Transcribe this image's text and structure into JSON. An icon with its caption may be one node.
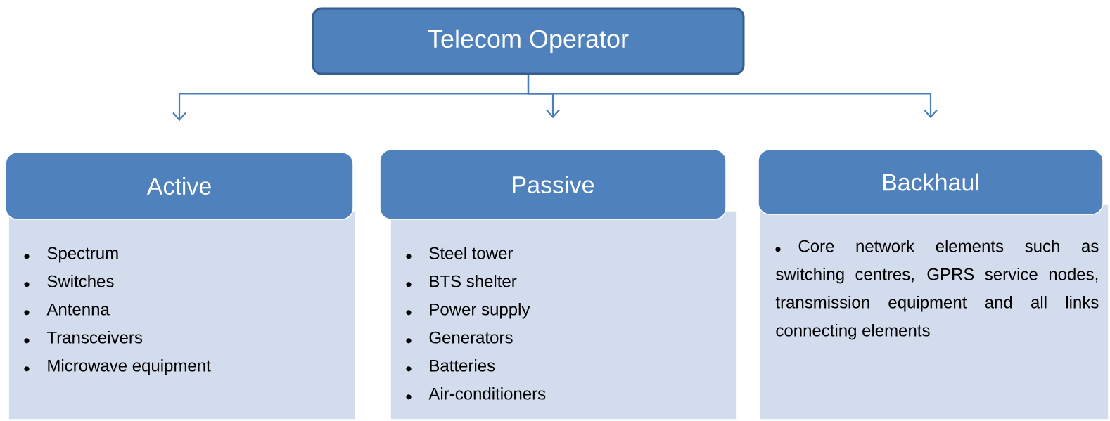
{
  "diagram": {
    "nodes": [
      {
        "text": [
          "Telecom Operator"
        ]
      },
      {
        "text": [
          "Active"
        ]
      },
      {
        "text": [
          "Spectrum",
          "Switches",
          "Antenna",
          "Transceivers",
          "Microwave equipment"
        ]
      },
      {
        "text": [
          "Passive"
        ]
      },
      {
        "text": [
          "Steel tower",
          "BTS shelter",
          "Power supply",
          "Generators",
          "Batteries",
          "Air-conditioners"
        ]
      },
      {
        "text": [
          "Backhaul"
        ]
      },
      {
        "text": [
          "Core network elements such as switching centres, GPRS service nodes, transmission equipment and all links connecting elements"
        ]
      }
    ],
    "edges": [
      {
        "from": 0,
        "to": 1,
        "arrow": "to"
      },
      {
        "from": 0,
        "to": 3,
        "arrow": "to"
      },
      {
        "from": 0,
        "to": 5,
        "arrow": "to"
      }
    ]
  }
}
